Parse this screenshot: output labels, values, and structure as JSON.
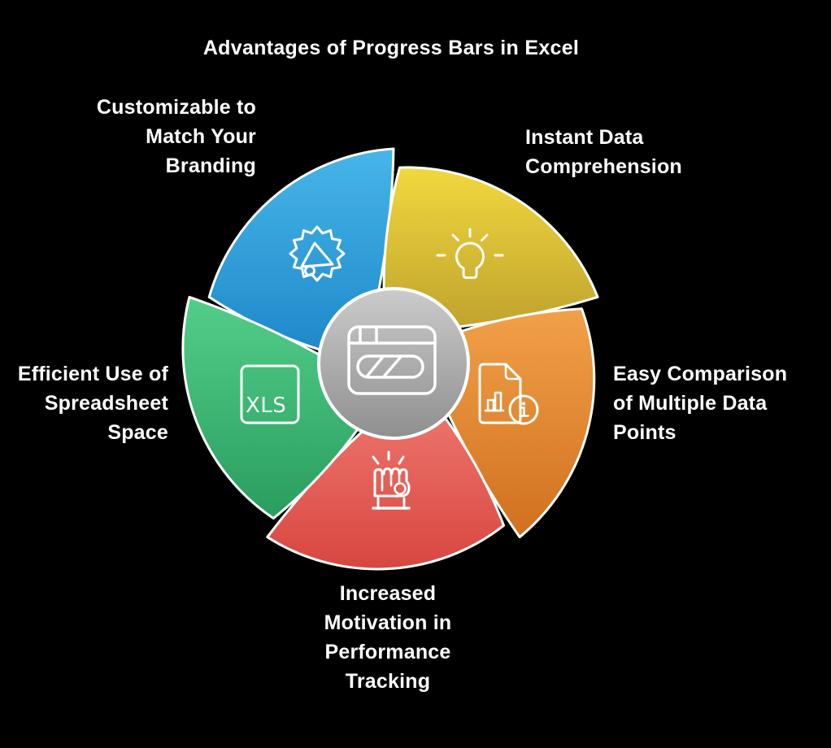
{
  "title": "Advantages of Progress Bars in Excel",
  "colors": {
    "background": "#000000",
    "text": "#ffffff",
    "outline": "#ffffff",
    "center_light": "#cbcbcb",
    "center_dark": "#8f8f8f"
  },
  "center": {
    "icon": "progress-bar-window-icon"
  },
  "segments": [
    {
      "name": "customizable",
      "lines": [
        "Customizable to",
        "Match Your",
        "Branding"
      ],
      "icon": "megaphone-badge-icon",
      "color_light": "#47b6e9",
      "color_dark": "#1b85c7"
    },
    {
      "name": "instant",
      "lines": [
        "Instant Data",
        "Comprehension"
      ],
      "icon": "lightbulb-icon",
      "color_light": "#f3da3e",
      "color_dark": "#b79a2b"
    },
    {
      "name": "easy",
      "lines": [
        "Easy Comparison",
        "of Multiple Data",
        "Points"
      ],
      "icon": "report-info-icon",
      "color_light": "#f2a149",
      "color_dark": "#cf6f1d"
    },
    {
      "name": "increased",
      "lines": [
        "Increased",
        "Motivation in",
        "Performance",
        "Tracking"
      ],
      "icon": "raised-fist-icon",
      "color_light": "#f07a72",
      "color_dark": "#d6453e"
    },
    {
      "name": "efficient",
      "lines": [
        "Efficient Use of",
        "Spreadsheet",
        "Space"
      ],
      "icon": "xls-file-icon",
      "icon_text": "XLS",
      "color_light": "#55d18c",
      "color_dark": "#279a5b"
    }
  ]
}
